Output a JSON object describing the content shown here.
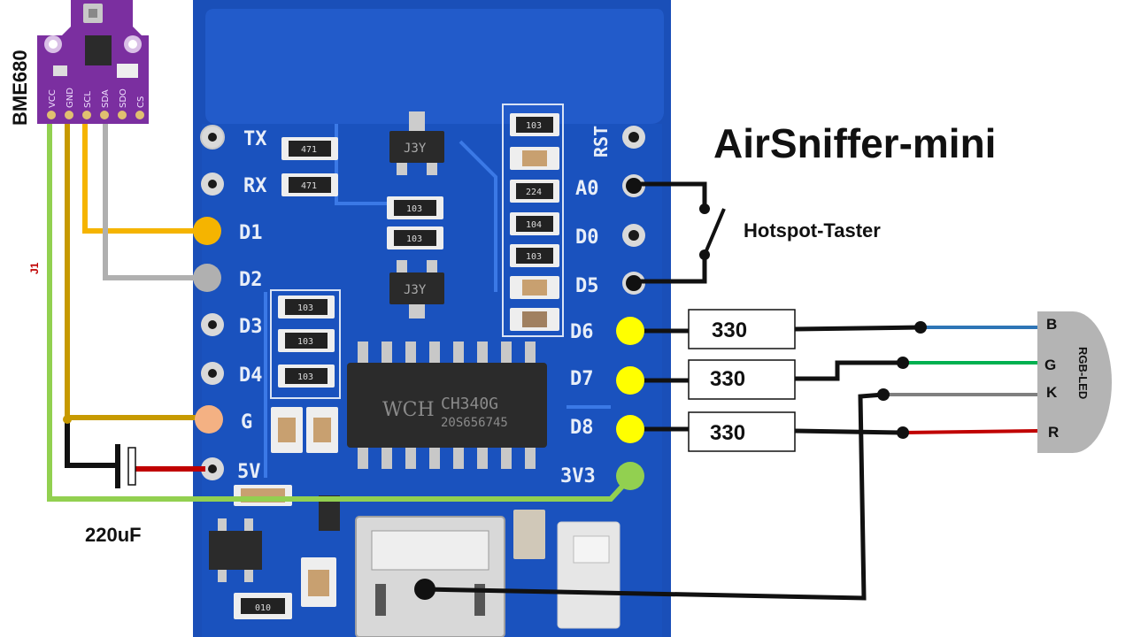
{
  "title": "AirSniffer-mini",
  "sensor": {
    "name": "BME680",
    "pins": [
      "VCC",
      "GND",
      "SCL",
      "SDA",
      "SDO",
      "CS"
    ]
  },
  "jumper_label": "J1",
  "capacitor_label": "220uF",
  "button_label": "Hotspot-Taster",
  "board": {
    "left_pins": [
      "TX",
      "RX",
      "D1",
      "D2",
      "D3",
      "D4",
      "G",
      "5V"
    ],
    "right_pins": [
      "RST",
      "A0",
      "D0",
      "D5",
      "D6",
      "D7",
      "D8",
      "3V3"
    ],
    "chip_text_1": "CH340G",
    "chip_text_2": "20S656745",
    "chip_logo": "WCH",
    "smd_codes": {
      "r1": "471",
      "r2": "471",
      "r3": "103",
      "r4": "103",
      "r5": "103",
      "r6": "103",
      "r7": "103",
      "r8": "103",
      "r9": "224",
      "r10": "104",
      "r11": "103",
      "r12": "010",
      "reg_top": "J3Y",
      "reg_bot": "J3Y"
    }
  },
  "resistors": [
    "330",
    "330",
    "330"
  ],
  "led": {
    "label": "RGB-LED",
    "pins": [
      "B",
      "G",
      "K",
      "R"
    ]
  },
  "colors": {
    "board_blue": "#1f56c4",
    "wire_orange": "#f5b400",
    "wire_gray": "#b0b0b0",
    "wire_gold": "#c79a00",
    "wire_green": "#92d050",
    "wire_blue": "#2e75b6",
    "wire_led_green": "#00b050",
    "wire_led_gray": "#7f7f7f",
    "wire_red": "#c00000",
    "sensor_purple": "#7b2fa0"
  }
}
